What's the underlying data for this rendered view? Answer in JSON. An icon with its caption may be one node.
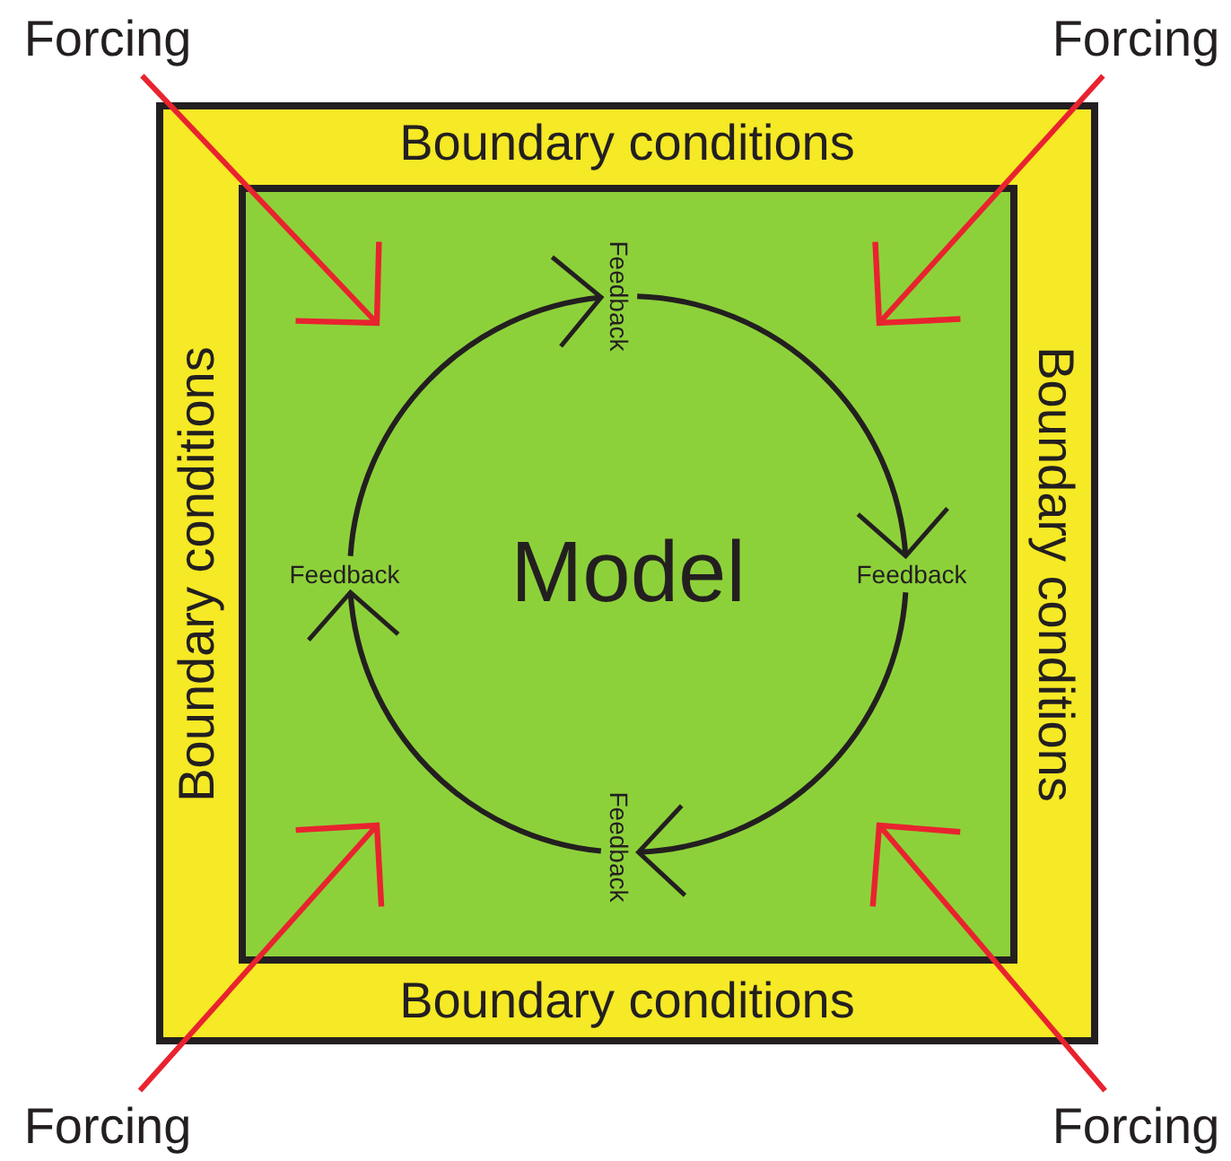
{
  "diagram": {
    "nodes": [
      {
        "text": [
          "Boundary conditions",
          "Boundary conditions",
          "Boundary conditions",
          "Boundary conditions"
        ]
      },
      {
        "text": [
          "Model"
        ],
        "in": 0
      },
      {
        "text": [
          "Feedback"
        ],
        "in": 1
      },
      {
        "text": [
          "Feedback"
        ],
        "in": 1
      },
      {
        "text": [
          "Feedback"
        ],
        "in": 1
      },
      {
        "text": [
          "Feedback"
        ],
        "in": 1
      },
      {
        "text": [
          "Forcing"
        ]
      },
      {
        "text": [
          "Forcing"
        ]
      },
      {
        "text": [
          "Forcing"
        ]
      },
      {
        "text": [
          "Forcing"
        ]
      }
    ],
    "edges": [
      {
        "from": 5,
        "to": 2,
        "arrow": "to"
      },
      {
        "from": 2,
        "to": 3,
        "arrow": "to"
      },
      {
        "from": 3,
        "to": 4,
        "arrow": "to"
      },
      {
        "from": 4,
        "to": 5,
        "arrow": "to"
      },
      {
        "from": 6,
        "to": 1,
        "arrow": "to",
        "color": "#e8232f"
      },
      {
        "from": 7,
        "to": 1,
        "arrow": "to",
        "color": "#e8232f"
      },
      {
        "from": 8,
        "to": 1,
        "arrow": "to",
        "color": "#e8232f"
      },
      {
        "from": 9,
        "to": 1,
        "arrow": "to",
        "color": "#e8232f"
      }
    ]
  }
}
